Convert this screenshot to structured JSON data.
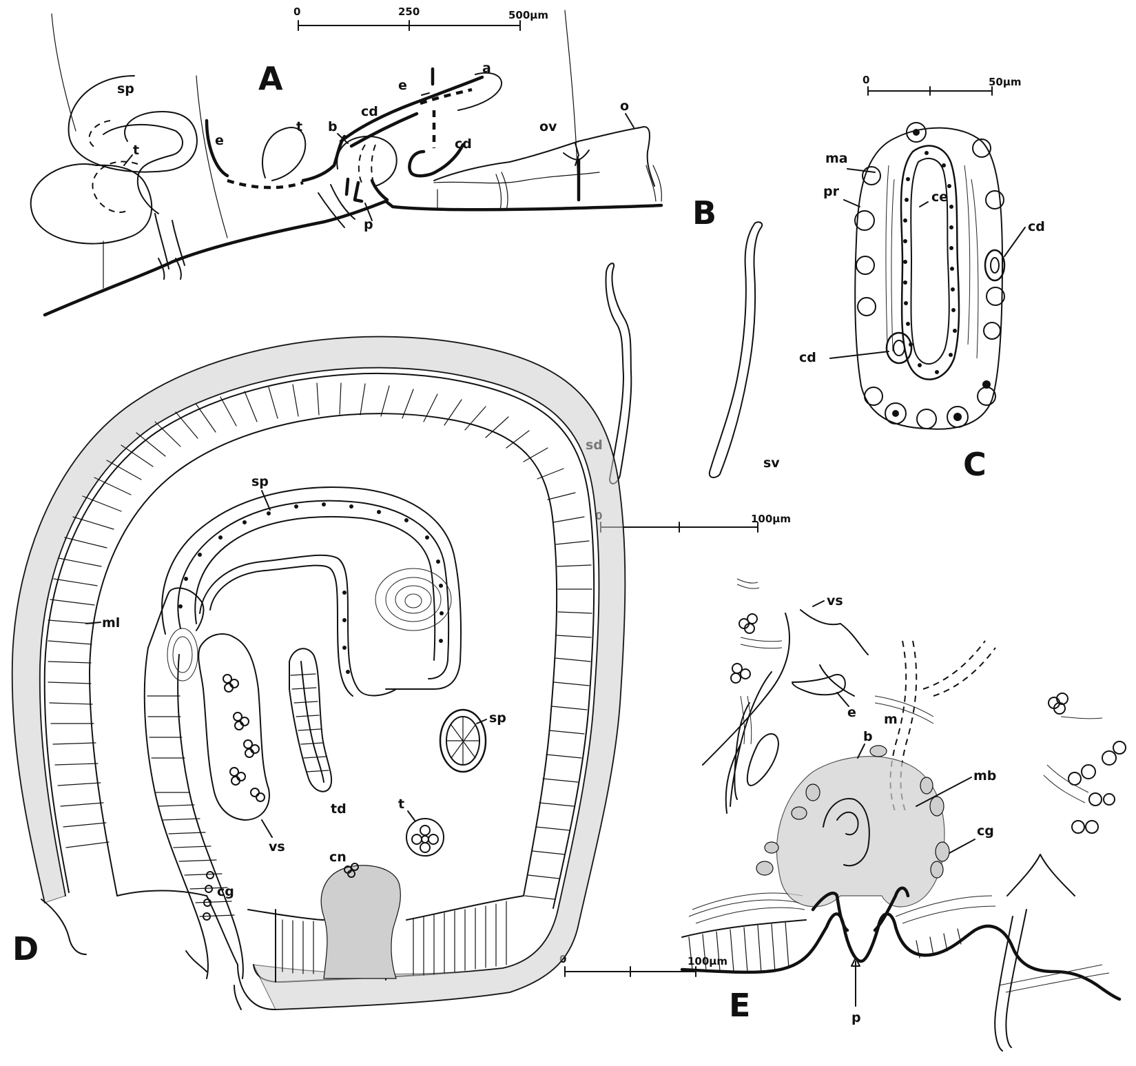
{
  "panels": {
    "A": {
      "letter": "A",
      "labels": {
        "sp": "sp",
        "t1": "t",
        "t2": "t",
        "e1": "e",
        "e2": "e",
        "b": "b",
        "cd1": "cd",
        "cd2": "cd",
        "a": "a",
        "ov": "ov",
        "o": "o",
        "p": "p"
      }
    },
    "B": {
      "letter": "B",
      "labels": {
        "sd": "sd",
        "sv": "sv"
      }
    },
    "C": {
      "letter": "C",
      "labels": {
        "ma": "ma",
        "pr": "pr",
        "ce": "ce",
        "cd1": "cd",
        "cd2": "cd"
      }
    },
    "D": {
      "letter": "D",
      "labels": {
        "sp1": "sp",
        "sp2": "sp",
        "ml": "ml",
        "vs": "vs",
        "td": "td",
        "t": "t",
        "cn": "cn",
        "cg": "cg"
      }
    },
    "E": {
      "letter": "E",
      "labels": {
        "vs": "vs",
        "e": "e",
        "m": "m",
        "b": "b",
        "mb": "mb",
        "cg": "cg",
        "p": "p"
      }
    }
  },
  "scalebars": {
    "A": {
      "ticks": [
        "0",
        "250",
        "500µm"
      ]
    },
    "B": {
      "ticks": [
        "0",
        "100µm"
      ]
    },
    "C": {
      "ticks": [
        "0",
        "50µm"
      ]
    },
    "DE": {
      "ticks": [
        "0",
        "100µm"
      ]
    }
  }
}
